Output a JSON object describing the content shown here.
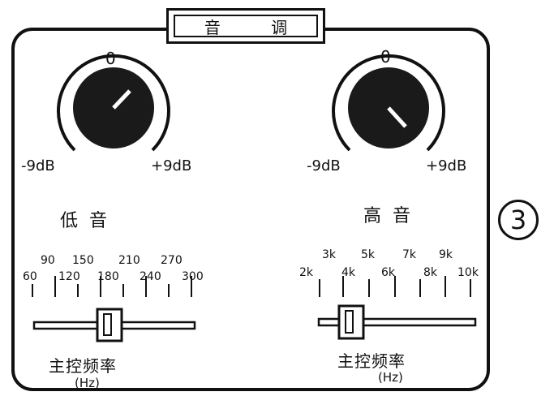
{
  "title": "音  调",
  "bass": {
    "knob_top": "0",
    "knob_min": "-9dB",
    "knob_max": "+9dB",
    "label": "低音",
    "freq_top": [
      "90",
      "150",
      "210",
      "270"
    ],
    "freq_bottom": [
      "60",
      "120",
      "180",
      "240",
      "300"
    ],
    "footer": "主控频率",
    "unit": "(Hz)"
  },
  "treble": {
    "knob_top": "0",
    "knob_min": "-9dB",
    "knob_max": "+9dB",
    "label": "高音",
    "freq_top": [
      "3k",
      "5k",
      "7k",
      "9k"
    ],
    "freq_bottom": [
      "2k",
      "4k",
      "6k",
      "8k",
      "10k"
    ],
    "footer": "主控频率",
    "unit": "(Hz)"
  },
  "figure_number": "3"
}
